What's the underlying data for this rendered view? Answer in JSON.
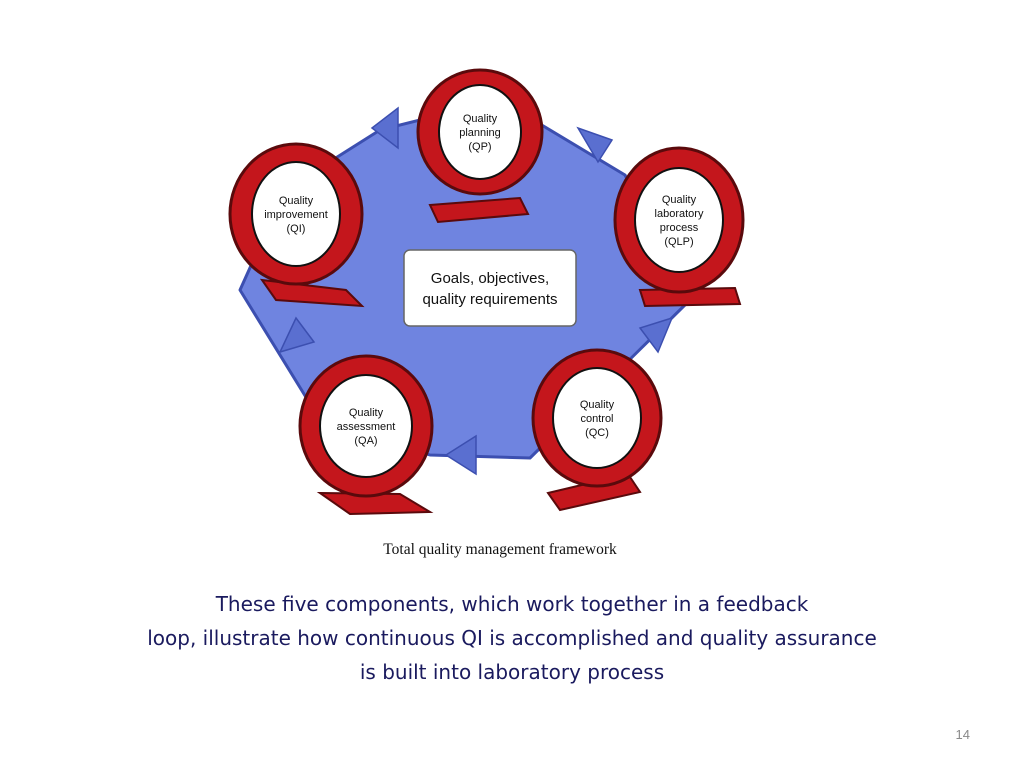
{
  "diagram": {
    "center_label": [
      "Goals, objectives,",
      "quality requirements"
    ],
    "nodes": [
      {
        "id": "qp",
        "lines": [
          "Quality",
          "planning",
          "(QP)"
        ]
      },
      {
        "id": "qlp",
        "lines": [
          "Quality",
          "laboratory",
          "process",
          "(QLP)"
        ]
      },
      {
        "id": "qc",
        "lines": [
          "Quality",
          "control",
          "(QC)"
        ]
      },
      {
        "id": "qa",
        "lines": [
          "Quality",
          "assessment",
          "(QA)"
        ]
      },
      {
        "id": "qi",
        "lines": [
          "Quality",
          "improvement",
          "(QI)"
        ]
      }
    ],
    "colors": {
      "pentagon": "#6f84e0",
      "pentagon_stroke": "#3c4fb0",
      "ring": "#c4161c",
      "ring_stroke": "#5a0a0c",
      "inner": "#ffffff"
    }
  },
  "figure_caption": "Total quality management framework",
  "body_text": [
    "These five components, which work together in a feedback",
    "loop, illustrate how continuous QI is accomplished and quality assurance",
    "is built into laboratory process"
  ],
  "page_number": "14"
}
